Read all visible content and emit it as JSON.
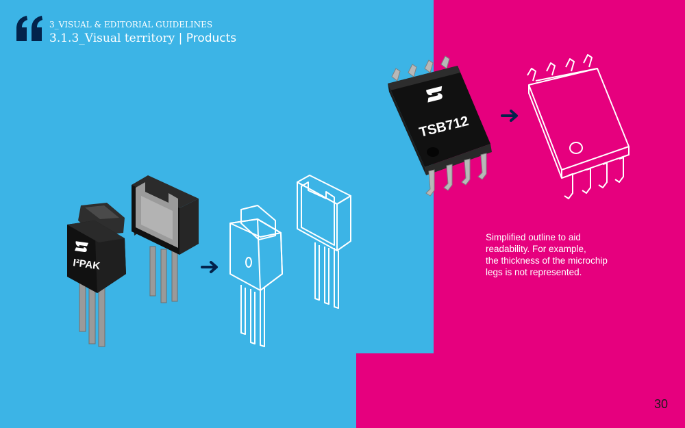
{
  "header": {
    "section_label": "3_VISUAL & EDITORIAL GUIDELINES",
    "title_main": "3.1.3_Visual territory",
    "title_separator": " | ",
    "title_sub": "Products"
  },
  "products": {
    "ipak_label": "I²PAK",
    "tsb_label": "TSB712",
    "logo_text": "ST"
  },
  "caption_lines": [
    "Simplified outline to aid",
    "readability. For example,",
    "the thickness of the microchip",
    "legs is not represented."
  ],
  "page_number": "30",
  "colors": {
    "blue_bg": "#3cb4e6",
    "pink_bg": "#e6007e",
    "navy": "#03234b",
    "chip_black": "#1a1a1a"
  },
  "icons": {
    "quote": "quote-mark-icon",
    "arrow": "arrow-right-icon",
    "logo": "st-logo-icon"
  }
}
